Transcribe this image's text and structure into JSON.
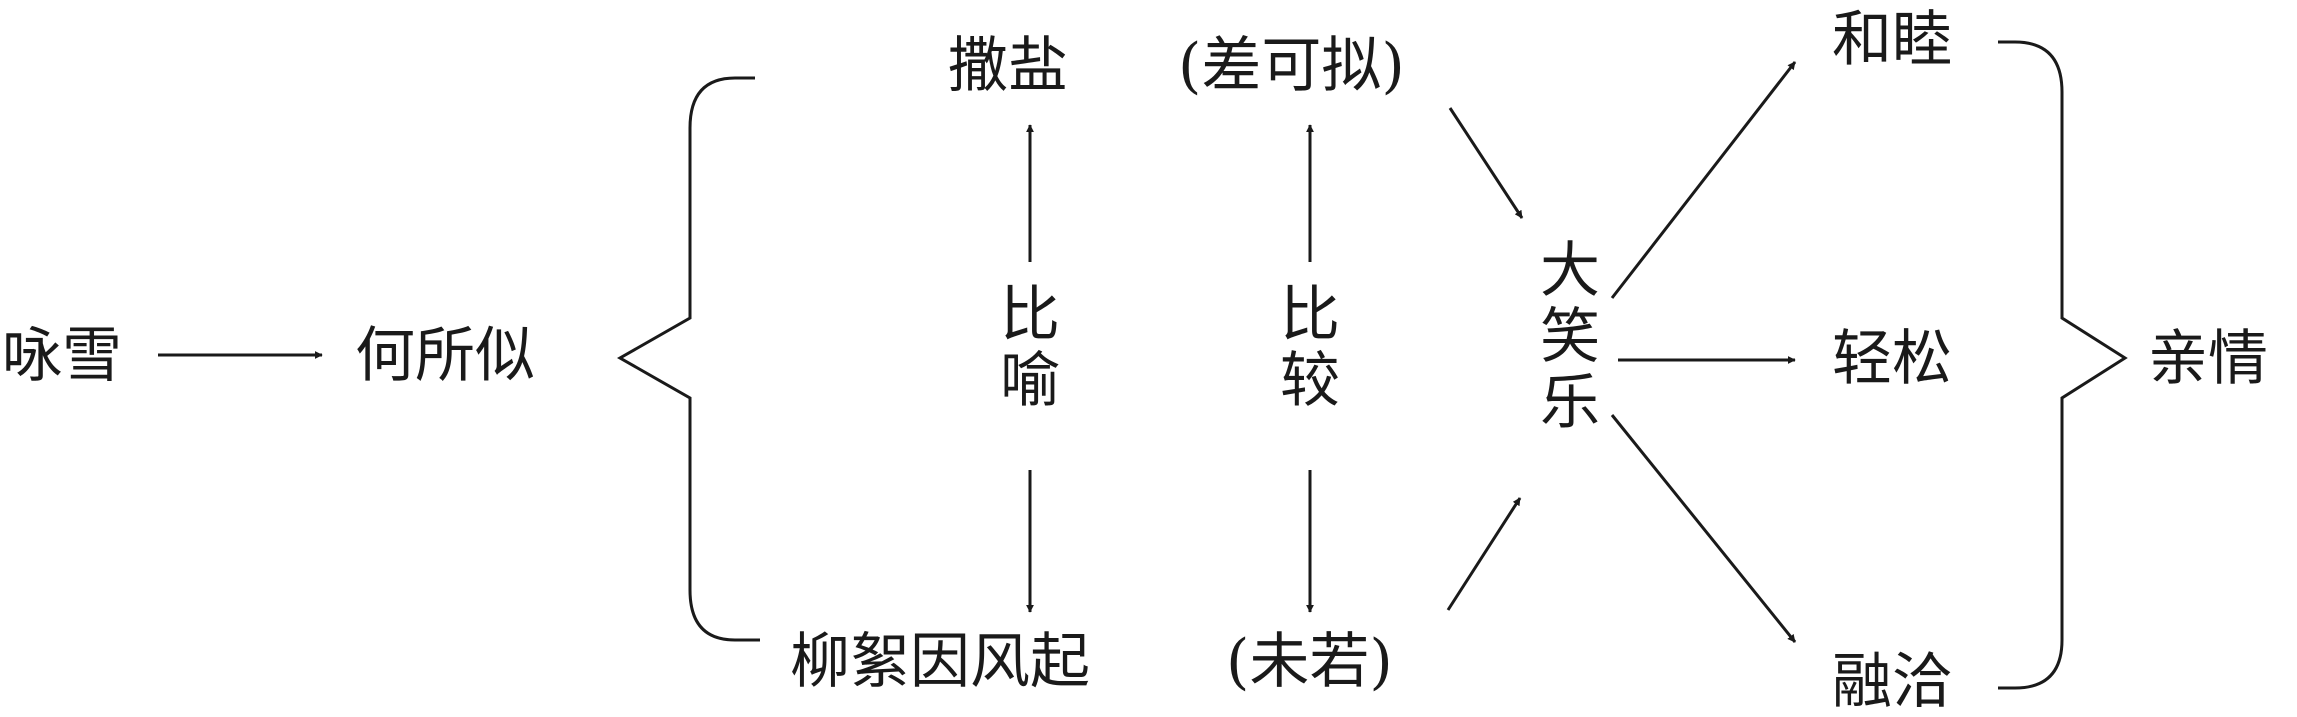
{
  "diagram": {
    "start": "咏雪",
    "question": "何所似",
    "top_answer": "撒盐",
    "top_comment": "(差可拟)",
    "bottom_answer": "柳絮因风起",
    "bottom_comment": "(未若)",
    "rel_metaphor": [
      "比",
      "喻"
    ],
    "rel_compare": [
      "比",
      "较"
    ],
    "reaction": [
      "大",
      "笑",
      "乐"
    ],
    "outcomes": [
      "和睦",
      "轻松",
      "融洽"
    ],
    "conclusion": "亲情"
  }
}
